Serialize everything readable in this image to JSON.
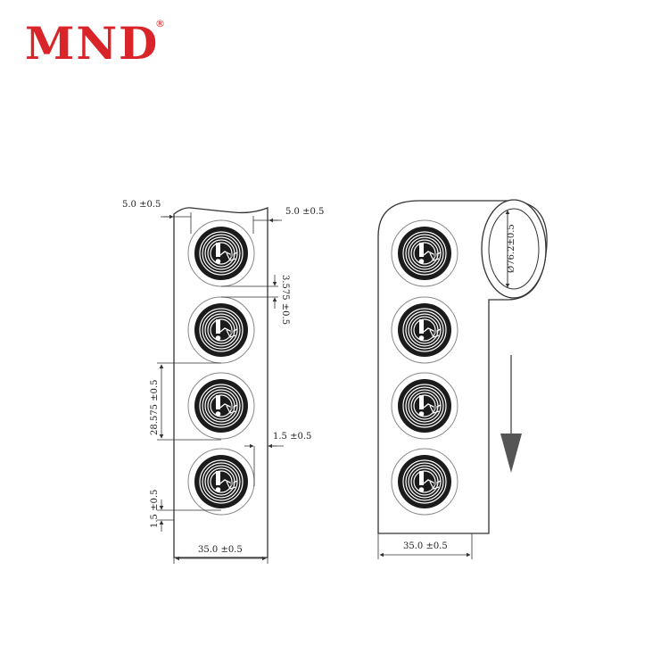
{
  "brand": {
    "logo_text": "MND",
    "registered_mark": "®",
    "color": "#d9252a"
  },
  "diagram": {
    "line_color": "#333333",
    "left_strip": {
      "dim_left_edge": "5.0 ±0.5",
      "dim_right_edge": "5.0 ±0.5",
      "dim_gap": "3.575 ±0.5",
      "dim_pitch": "28.575 ±0.5",
      "dim_side_offset": "1.5 ±0.5",
      "dim_bottom_offset": "1.5 ±0.5",
      "dim_width": "35.0 ±0.5",
      "tag_count": 4
    },
    "right_roll": {
      "dim_diameter": "Ø76.2±0.5",
      "dim_width": "35.0 ±0.5",
      "tag_count": 4,
      "direction": "down"
    }
  }
}
